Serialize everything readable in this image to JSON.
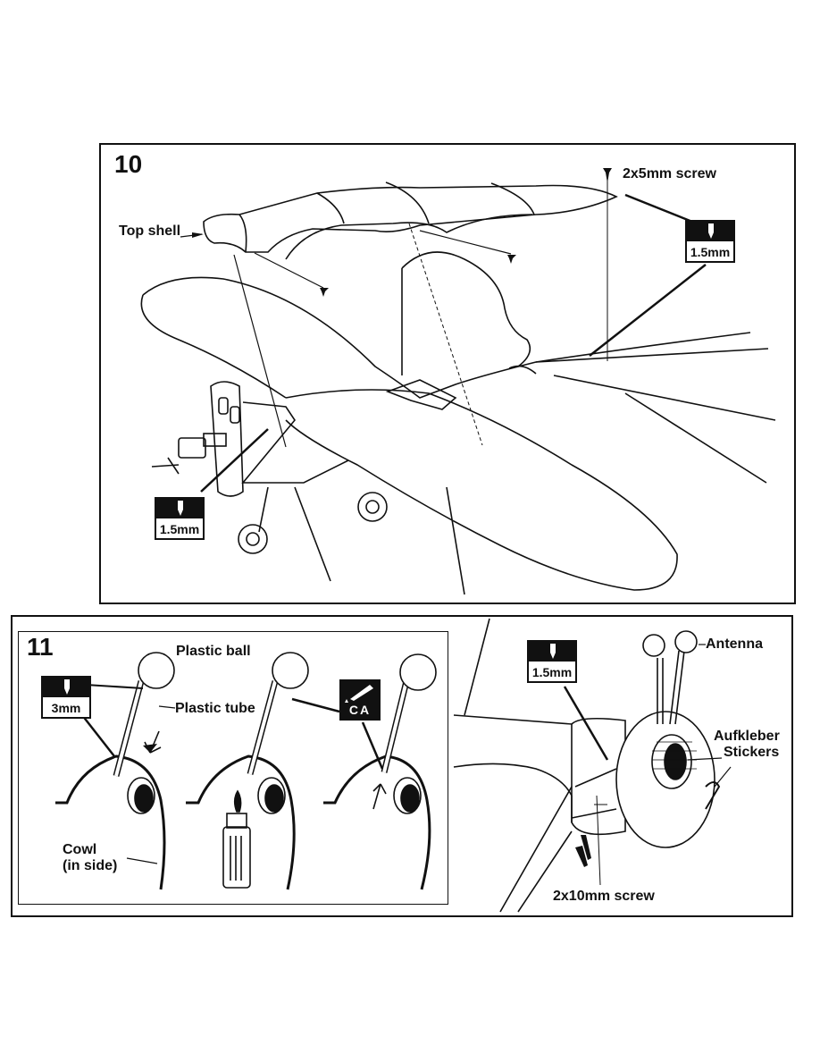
{
  "step10": {
    "number": "10",
    "labels": {
      "top_shell": "Top shell",
      "screw": "2x5mm screw"
    },
    "drill_badges": [
      "1.5mm",
      "1.5mm"
    ]
  },
  "step11": {
    "number": "11",
    "labels": {
      "plastic_ball": "Plastic ball",
      "plastic_tube": "Plastic tube",
      "cowl": "Cowl",
      "cowl_side": "(in side)",
      "antenna": "Antenna",
      "aufkleber": "Aufkleber",
      "stickers": "Stickers",
      "screw": "2x10mm screw"
    },
    "drill_badges": [
      "3mm",
      "1.5mm"
    ],
    "glue_badge": "CA"
  },
  "icons": [
    "drill-bit-icon",
    "glue-bottle-icon",
    "screw-icon",
    "lighter-icon",
    "arrow-icon"
  ]
}
